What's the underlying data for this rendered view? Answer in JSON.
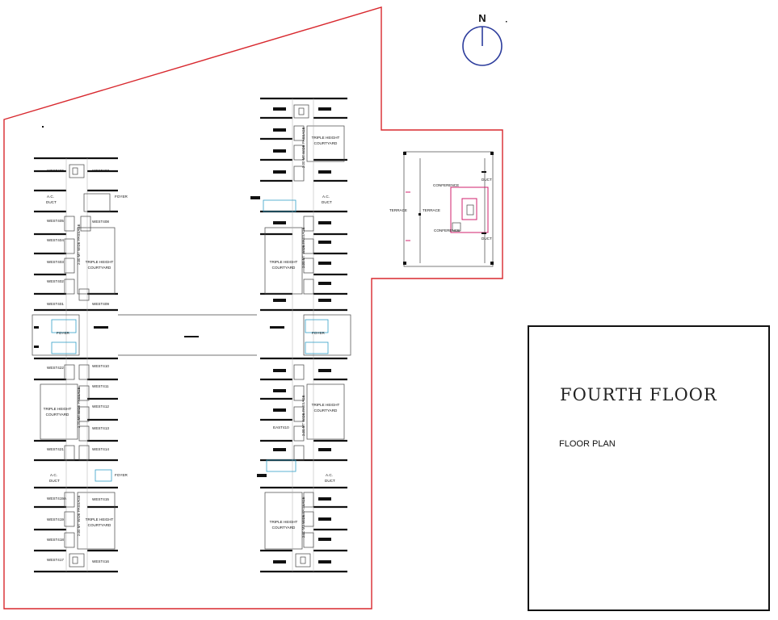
{
  "title_block": {
    "title": "FOURTH FLOOR",
    "subtitle": "FLOOR PLAN"
  },
  "north_label": "N",
  "colors": {
    "site_boundary": "#d8282e",
    "north_arrow": "#2c3c9c",
    "walls": "#111111",
    "accent_magenta": "#d0206e",
    "accent_cyan": "#33a0c8"
  },
  "west_wing": {
    "upper_units": [
      {
        "id": "u406",
        "label": "WEST406"
      },
      {
        "id": "u407",
        "label": "WEST407"
      },
      {
        "id": "u405",
        "label": "WEST405"
      },
      {
        "id": "u408",
        "label": "WEST408"
      },
      {
        "id": "u404",
        "label": "WEST404"
      },
      {
        "id": "u403",
        "label": "WEST403"
      },
      {
        "id": "u402",
        "label": "WEST402"
      },
      {
        "id": "u401",
        "label": "WEST401"
      },
      {
        "id": "u409",
        "label": "WEST409"
      }
    ],
    "lower_units": [
      {
        "id": "u422",
        "label": "WEST422"
      },
      {
        "id": "u410",
        "label": "WEST410"
      },
      {
        "id": "u411",
        "label": "WEST411"
      },
      {
        "id": "u412",
        "label": "WEST412"
      },
      {
        "id": "u413",
        "label": "WEST413"
      },
      {
        "id": "u421",
        "label": "WEST421"
      },
      {
        "id": "u414",
        "label": "WEST414"
      },
      {
        "id": "u419a",
        "label": "WEST419A"
      },
      {
        "id": "u415",
        "label": "WEST415"
      },
      {
        "id": "u419",
        "label": "WEST419"
      },
      {
        "id": "u418",
        "label": "WEST418"
      },
      {
        "id": "u417",
        "label": "WEST417"
      },
      {
        "id": "u416",
        "label": "WEST416"
      }
    ],
    "ac_duct": "A.C.",
    "ac_duct_2": "DUCT",
    "foyer": "FOYER",
    "courtyard_1": "TRIPLE HEIGHT",
    "courtyard_2": "COURTYARD",
    "passage": "2.00 MT WIDE PASSAGE"
  },
  "east_wing": {
    "unit_label": "EAST410",
    "ac_duct": "A.C.",
    "ac_duct_2": "DUCT",
    "foyer": "FOYER",
    "courtyard_1": "TRIPLE HEIGHT",
    "courtyard_2": "COURTYARD",
    "passage": "2.00 MT WIDE PASSAGE"
  },
  "tower": {
    "terrace": "TERRACE",
    "conference_1": "CONFERENCE",
    "conference_2": "CONFERENCE",
    "duct_1": "DUCT",
    "duct_2": "DUCT"
  }
}
